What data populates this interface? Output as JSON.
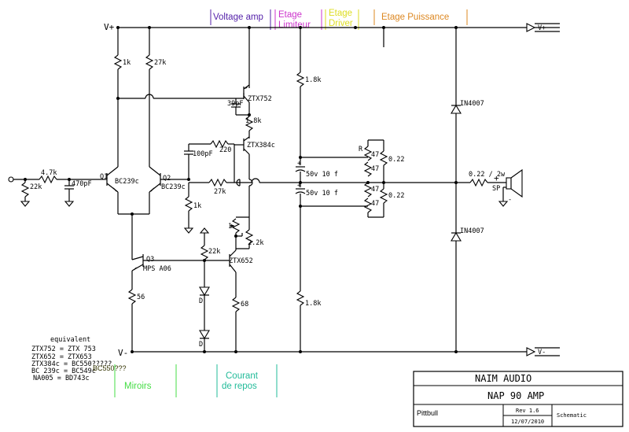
{
  "sections": {
    "voltage_amp": "Voltage amp",
    "etage_limiteur": [
      "Etage",
      "Limiteur"
    ],
    "etage_driver": [
      "Etage",
      "Driver"
    ],
    "etage_puissance": "Etage Puissance",
    "miroirs": "Miroirs",
    "courant_de_repos": [
      "Courant",
      "de repos"
    ]
  },
  "rails": {
    "vplus": "V+",
    "vminus": "V-",
    "vplus_out": "V+",
    "vminus_out": "V-"
  },
  "components": {
    "r22k_in": "22k",
    "r4k7": "4.7k",
    "c470": "470pF",
    "q1": "Q1",
    "q1_type": "BC239c",
    "q2": "Q2",
    "q2_type": "BC239c",
    "r1k_top": "1k",
    "r27k_top": "27k",
    "ztx752": "ZTX752",
    "c39p": "39pF",
    "r1k8_a": "1.8k",
    "ztx384": "ZTX384c",
    "c100p": "100pF",
    "r220": "220",
    "r27k_fb": "27k",
    "r1k_fb": "1k",
    "pot": "1",
    "r2k2": "2.2k",
    "q3": "Q3",
    "q3_type": "MPS A06",
    "r22k_mid": "22k",
    "ztx652": "ZTX652",
    "d1": "D",
    "d2": "D",
    "r56": "56",
    "r68": "68",
    "r1k8_top": "1.8k",
    "r1k8_bot": "1.8k",
    "c50_top": "50v 10 f",
    "c50_bot": "50v 10 f",
    "r_label": "R",
    "r47_1": "47",
    "r47_2": "47",
    "r47_3": "47",
    "r47_4": "47",
    "r022_top": "0.22",
    "r022_bot": "0.22",
    "d_top": "IN4007",
    "d_bot": "IN4007",
    "r_out": "0.22 / 2w",
    "sp": "SP",
    "sp_plus": "+",
    "sp_minus": "-"
  },
  "equivalents": {
    "title": "equivalent",
    "lines": [
      "ZTX752 = ZTX 753",
      "ZTX652 = ZTX653",
      "ZTX384c = BC550?????",
      "BC 239c = BC549c",
      "NA005 = BD743c"
    ],
    "bc550_note": "BC550???"
  },
  "title_block": {
    "company": "NAIM AUDIO",
    "model": "NAP 90 AMP",
    "author": "Pittbull",
    "rev": "Rev 1.6",
    "date": "12/07/2010",
    "doc_type": "Schematic"
  },
  "colors": {
    "voltage_amp": "#5522aa",
    "limiteur": "#cc33cc",
    "driver": "#dddd22",
    "puissance": "#dd8822",
    "miroirs": "#44dd44",
    "courant": "#22bb99",
    "bc550_note": "#333300"
  }
}
